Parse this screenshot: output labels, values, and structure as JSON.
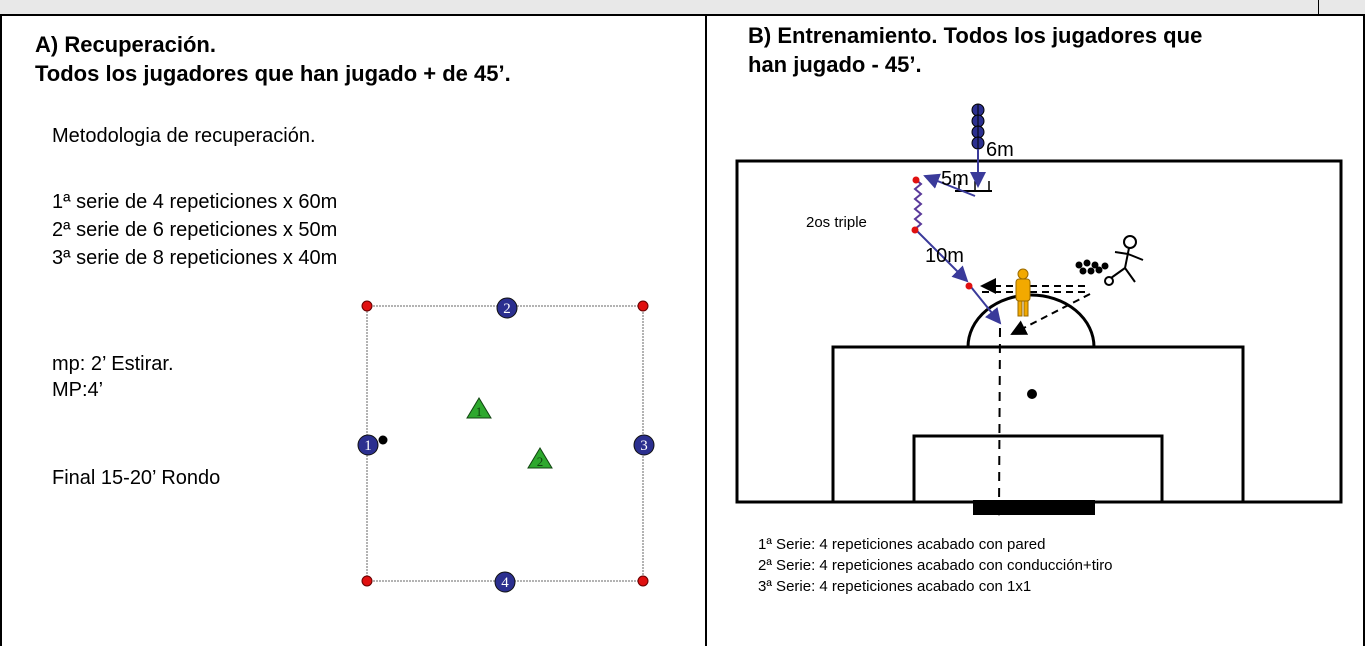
{
  "left": {
    "heading_line1": "A) Recuperación.",
    "heading_line2": "Todos los jugadores que han jugado + de 45’.",
    "method_title": "Metodologia de recuperación.",
    "series": [
      "1ª serie de 4 repeticiones x 60m",
      "2ª serie de 6 repeticiones x 50m",
      "3ª serie de 8 repeticiones x 40m"
    ],
    "rest_short": "mp: 2’ Estirar.",
    "rest_long": "MP:4’",
    "final": "Final 15-20’ Rondo",
    "diagram": {
      "players": [
        "1",
        "2",
        "3",
        "4"
      ],
      "cones": [
        "1",
        "2"
      ]
    }
  },
  "right": {
    "heading_line1": "B) Entrenamiento. Todos los jugadores que",
    "heading_line2": "han jugado - 45’.",
    "diagram": {
      "dist_6": "6m",
      "dist_5": "5m",
      "dist_10": "10m",
      "skip_label": "2os triple"
    },
    "series": [
      "1ª Serie: 4 repeticiones acabado con pared",
      "2ª Serie: 4 repeticiones acabado con conducción+tiro",
      "3ª Serie: 4 repeticiones acabado con 1x1"
    ]
  },
  "colors": {
    "player_blue": "#2b2f8f",
    "cone_green": "#2ea82e",
    "marker_red": "#e01010",
    "arrow_blue": "#3a3a9a",
    "mannequin": "#f2a900"
  }
}
